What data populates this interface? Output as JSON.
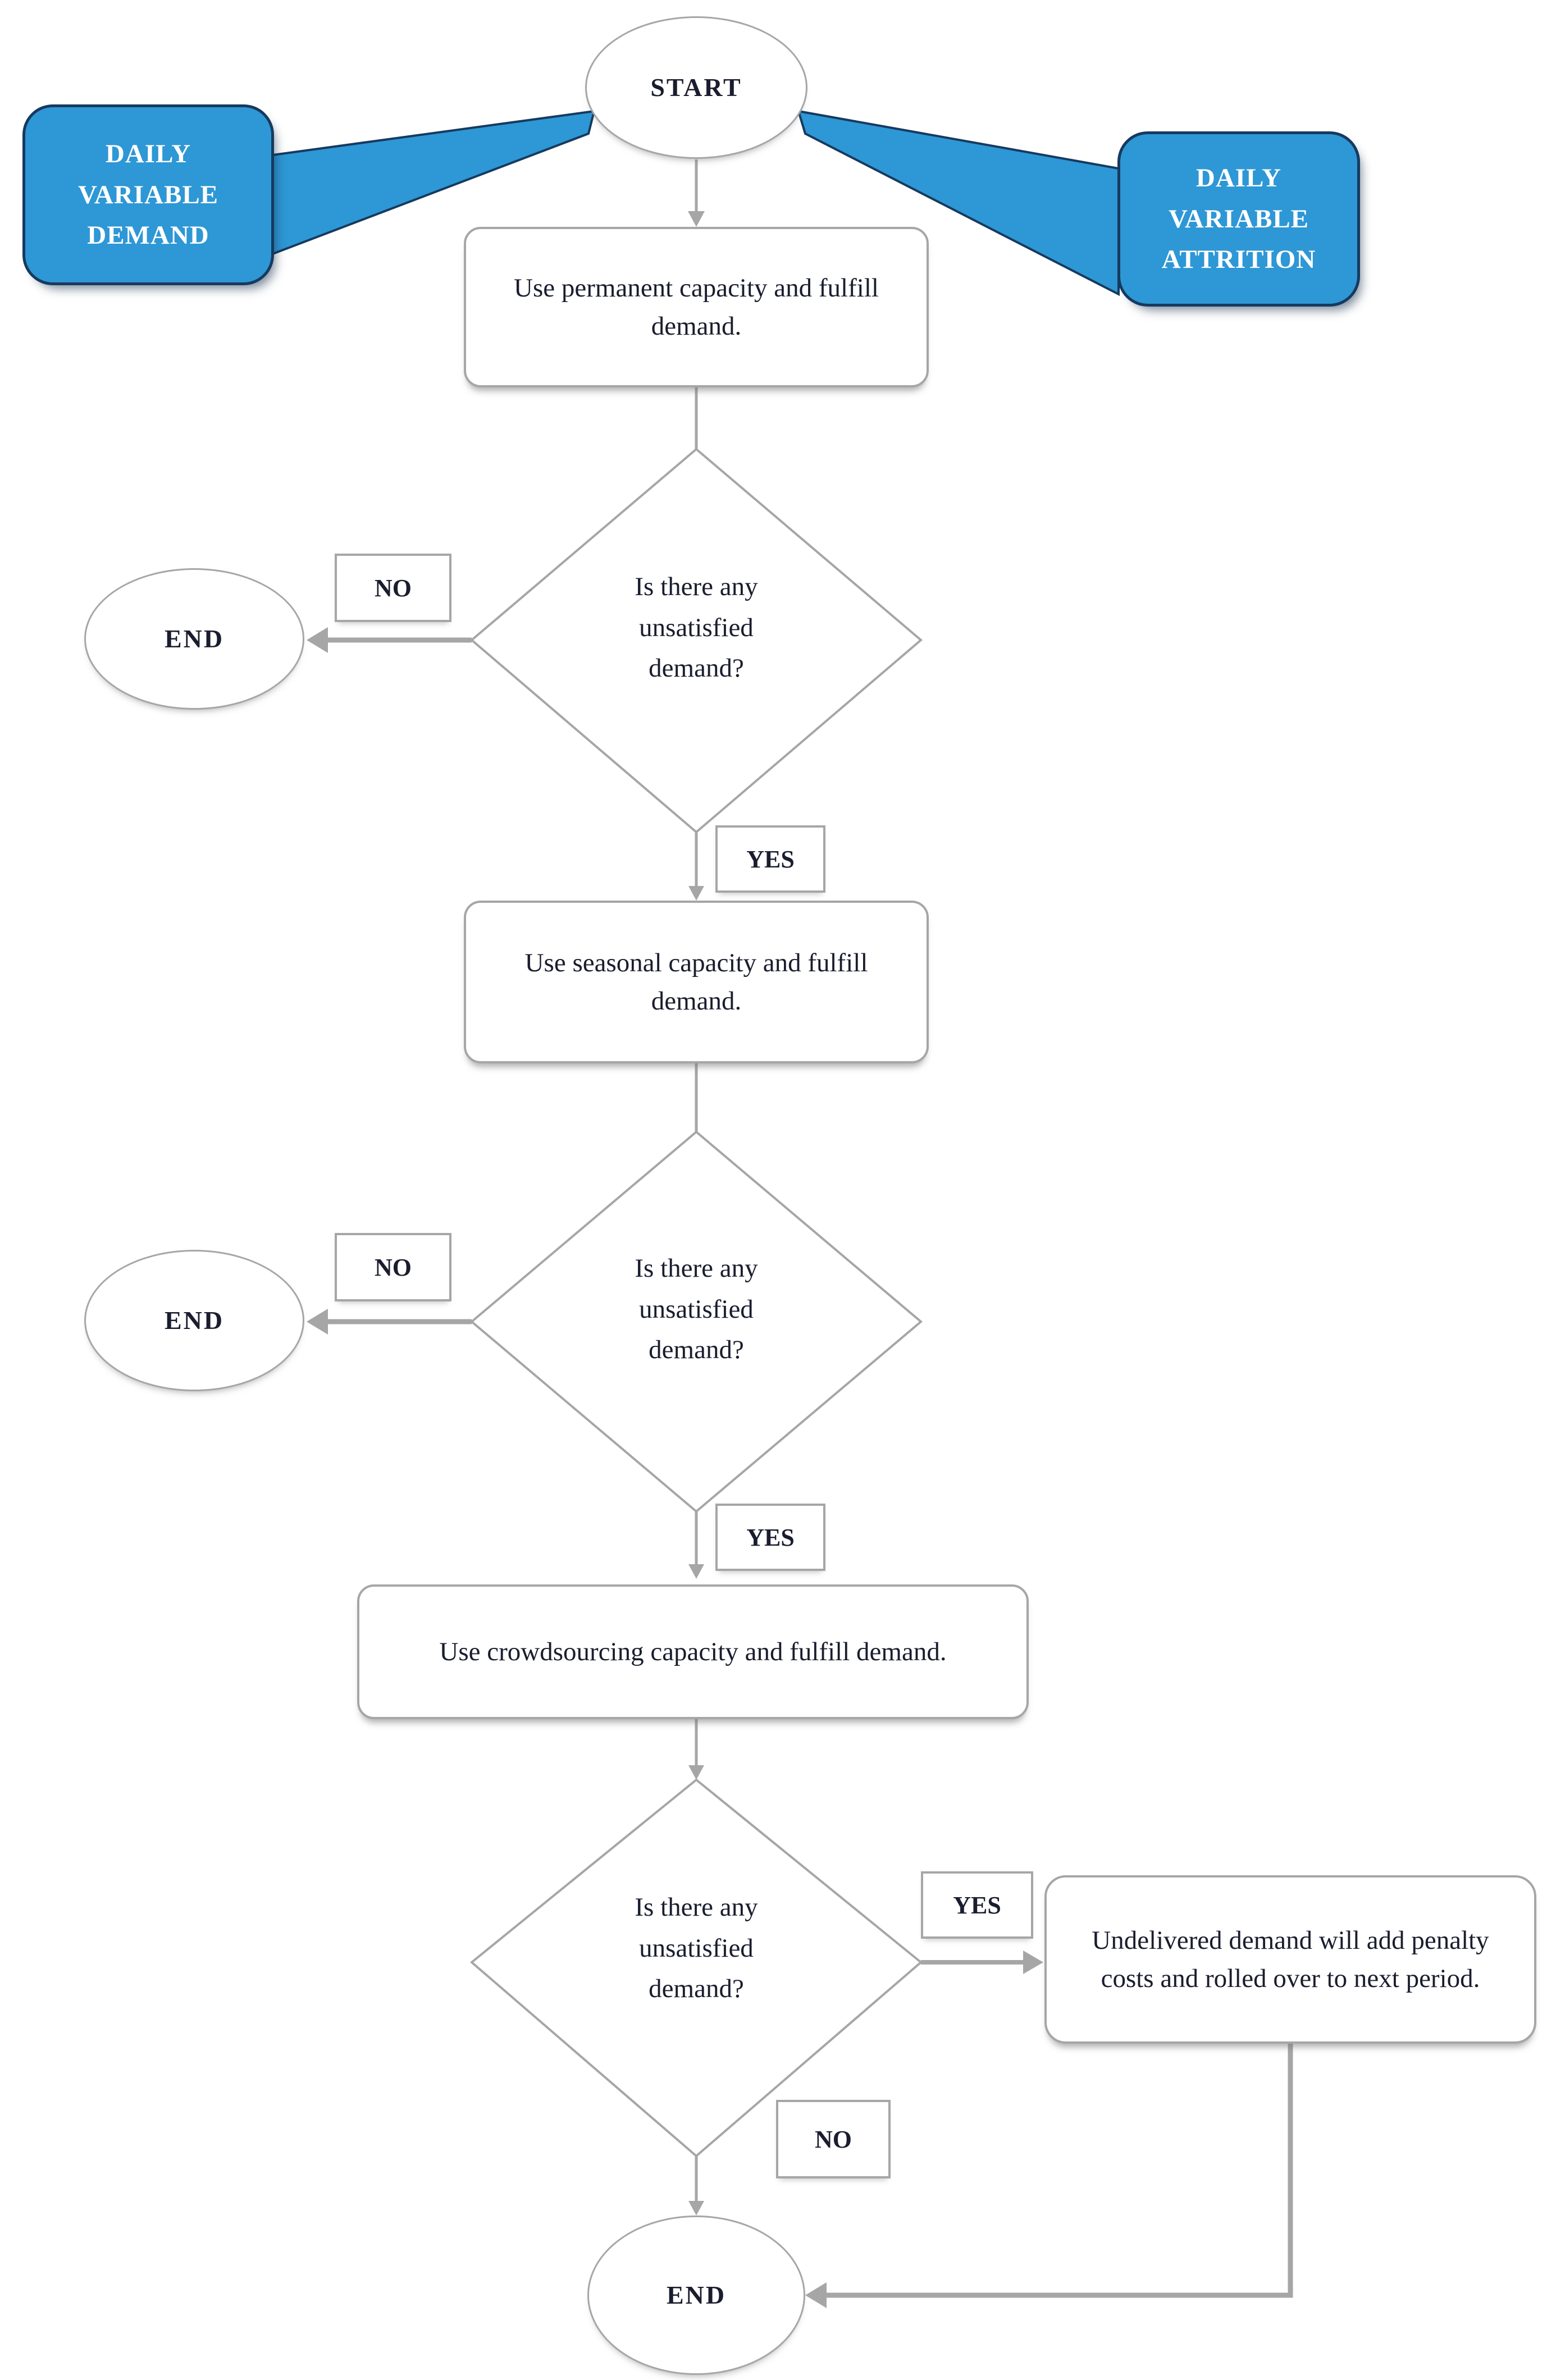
{
  "colors": {
    "callout_blue": "#2e97d5",
    "callout_border": "#163a5f",
    "connector_gray": "#a6a6a6",
    "ink": "#1a1d2e"
  },
  "terminals": {
    "start": "START",
    "end": "END"
  },
  "labels": {
    "yes": "YES",
    "no": "NO"
  },
  "callout_left": {
    "line1": "DAILY",
    "line2": "VARIABLE",
    "line3": "DEMAND"
  },
  "callout_right": {
    "line1": "DAILY",
    "line2": "VARIABLE",
    "line3": "ATTRITION"
  },
  "process": {
    "permanent": "Use permanent capacity and fulfill demand.",
    "seasonal": "Use seasonal capacity and fulfill demand.",
    "crowdsourcing": "Use crowdsourcing capacity and fulfill demand.",
    "penalty": "Undelivered demand will add penalty costs and rolled over to next period."
  },
  "decision": {
    "line1": "Is there any",
    "line2": "unsatisfied",
    "line3": "demand?"
  }
}
